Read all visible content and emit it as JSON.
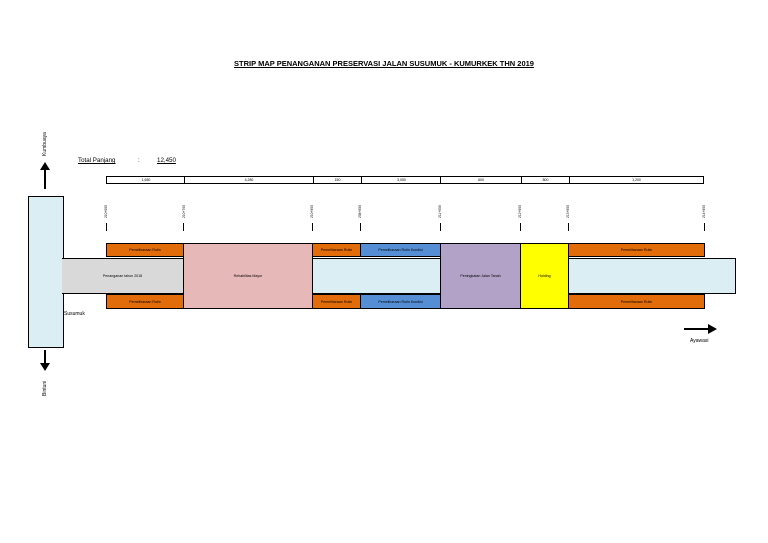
{
  "title": "STRIP MAP PENANGANAN PRESERVASI JALAN SUSUMUK - KUMURKEK THN 2019",
  "total": {
    "label": "Total Panjang",
    "sep": ":",
    "value": "12,450"
  },
  "towns": {
    "top": "Kumbuaya",
    "bottom": "Bintuni",
    "start": "Susumuk",
    "end": "Ayawasi"
  },
  "segment_lengths": [
    "1,650",
    "4,280",
    "150",
    "3,050",
    "600",
    "800",
    "1,200"
  ],
  "stations": [
    "210+000",
    "210+700",
    "210+900",
    "208+950",
    "211+900",
    "212+900",
    "213+900",
    "214+900"
  ],
  "upper_lane": [
    "Pemeliharaan Rutin",
    "Pemeliharaan Rutin",
    "Pemeliharaan Rutin Kondisi",
    "Pemeliharaan Rutin"
  ],
  "lower_lane": [
    "Pemeliharaan Rutin",
    "Pemeliharaan Rutin",
    "Pemeliharaan Rutin Kondisi",
    "Pemeliharaan Rutin"
  ],
  "middle_lane": [
    "Penanganan tahun 2018",
    "Rehabilitas Mayor",
    "",
    "Peningkatan Jalan Tanah",
    "Holding",
    ""
  ],
  "colors": {
    "orange": "#e26b0a",
    "blue": "#558ed5",
    "gray": "#d9d9d9",
    "pink": "#e6b9b8",
    "lightblue": "#daeef3",
    "purple": "#b3a2c7",
    "yellow": "#ffff00"
  }
}
